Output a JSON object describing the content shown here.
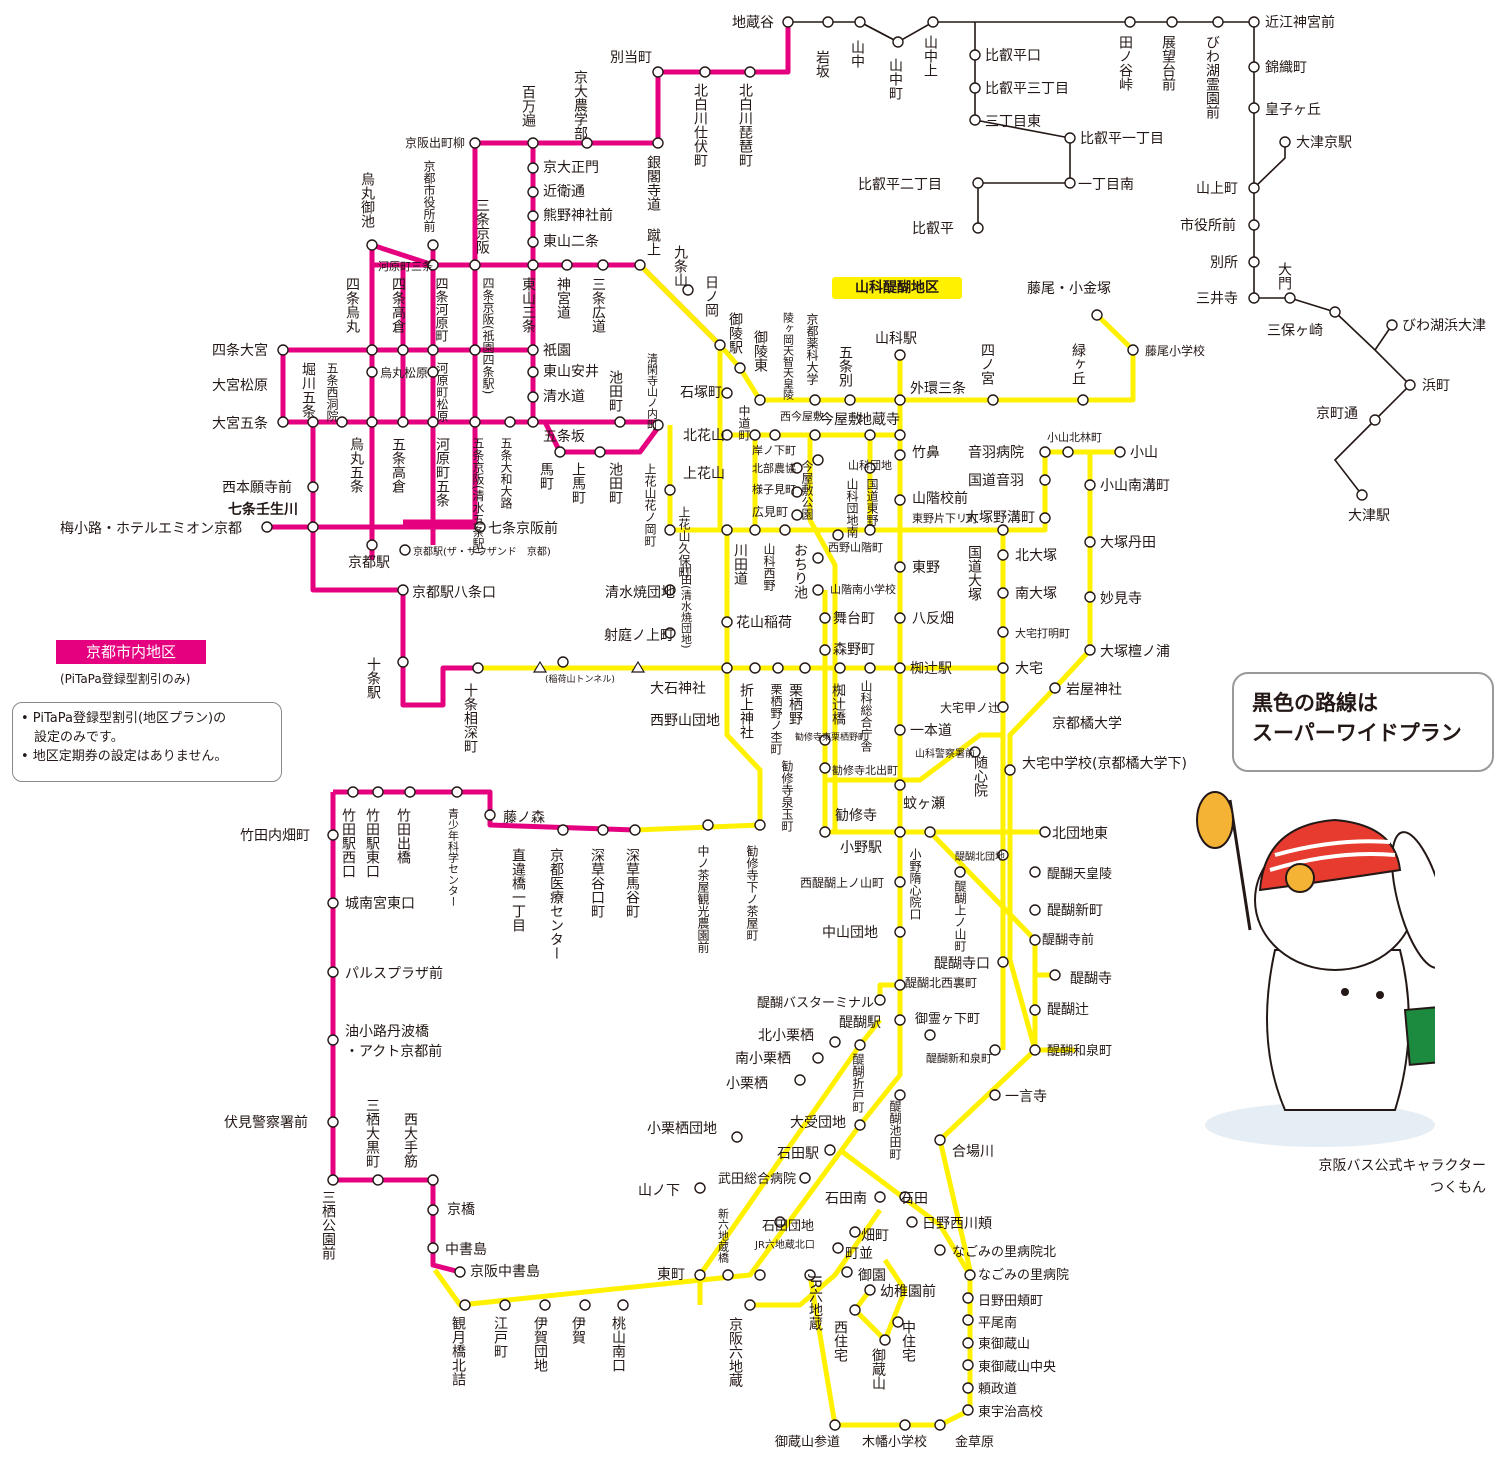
{
  "colors": {
    "pink": "#e4007f",
    "yellow": "#fff100",
    "black": "#231815"
  },
  "area_labels": {
    "kyoto_city": "京都市内地区",
    "yamashina_daigo": "山科醍醐地区"
  },
  "legend": {
    "sub": "(PiTaPa登録型割引のみ)",
    "notes": [
      "• PiTaPa登録型割引(地区プラン)の",
      "　設定のみです。",
      "• 地区定期券の設定はありません。"
    ]
  },
  "bubble": {
    "line1": "黒色の路線は",
    "line2": "スーパーワイドプラン"
  },
  "mascot_caption": {
    "line1": "京阪バス公式キャラクター",
    "line2": "つくもん"
  },
  "icons": {
    "mascot": "tsukumon-mascot-icon",
    "tunnel": "tunnel-triangle-icon"
  },
  "stations": {
    "jizodani": "地蔵谷",
    "iwasaka": "岩坂",
    "yamanaka": "山中",
    "yamanakacho": "山中町",
    "yamanakaue": "山中上",
    "hieidaira_guchi": "比叡平口",
    "hieidaira3": "比叡平三丁目",
    "sanchome_higashi": "三丁目東",
    "hieidaira1": "比叡平一丁目",
    "hieidaira2": "比叡平二丁目",
    "icchome_minami": "一丁目南",
    "hieidaira": "比叡平",
    "tanotanige": "田ノ谷峠",
    "tenbodai": "展望台前",
    "biwakoreien": "びわ湖霊園前",
    "omijingu": "近江神宮前",
    "nishikori": "錦織町",
    "miko": "皇子ヶ丘",
    "otsukyo": "大津京駅",
    "sanjo_yamagami": "山上町",
    "shiyakusho": "市役所前",
    "bessho": "別所",
    "miidera": "三井寺",
    "daimon": "大門",
    "sanbogasaki": "三保ヶ崎",
    "biwakohama": "びわ湖浜大津",
    "hamamachi": "浜町",
    "kyomachi": "京町通",
    "otsueki": "大津駅",
    "betto": "別当町",
    "kitashirakawa_shibuya": "北白川仕伏町",
    "kitashirakawa_biwa": "北白川琵琶町",
    "hyakumanben": "百万遍",
    "kyodai_nogaku": "京大農学部",
    "keihan_demachi": "京阪出町柳",
    "kyodai_seimon": "京大正門",
    "konoe": "近衛通",
    "kumano": "熊野神社前",
    "higashiyama2": "東山二条",
    "ginkakuji": "銀閣寺道",
    "keage": "蹴上",
    "kujoyama": "九条山",
    "hinooka": "日ノ岡",
    "karasuma_oike": "烏丸御池",
    "shiyakushomae": "京都市役所前",
    "sanjo_keihan": "三条京阪",
    "kawaramachi_sanjo": "河原町三条",
    "higashiyama3": "東山三条",
    "jingumichi": "神宮道",
    "sanjo_hiromichi": "三条広道",
    "shijo_karasuma": "四条烏丸",
    "shijo_takakura": "四条高倉",
    "shijo_kawaramachi": "四条河原町",
    "shijo_keihan": "四条京阪(祇園四条駅)",
    "shijo_omiya": "四条大宮",
    "gion": "祇園",
    "higashiyama_yasui": "東山安井",
    "kiyomizu": "清水道",
    "omiya_matsubara": "大宮松原",
    "horikawa_gojo": "堀川五条",
    "gojo_nishinotoin": "五条西洞院",
    "karasuma_matsubara": "烏丸松原",
    "kawaramachi_matsubara": "河原町松原",
    "omiya_gojo": "大宮五条",
    "karasuma_gojo": "烏丸五条",
    "gojo_takakura": "五条高倉",
    "kawaramachi_gojo": "河原町五条",
    "gojo_keihan": "五条京阪(清水五条駅)",
    "gojo_yamato": "五条大和大路",
    "gojozaka": "五条坂",
    "uma": "馬町",
    "kamiuma": "上馬町",
    "ikeda": "池田町",
    "ikeda2": "池田町",
    "seikanji": "清閑寺山ノ内町",
    "kazan": "上花山花ノ岡町",
    "nishihonganji": "西本願寺前",
    "shichijo_mibu": "七条壬生川",
    "emion": "梅小路・ホテルエミオン京都",
    "shichijo_keihan": "七条京阪前",
    "kyoto_st": "京都駅",
    "kyoto_st_thousand": "京都駅(ザ・サウザンド　京都)",
    "hachijo": "京都駅八条口",
    "jujo": "十条駅",
    "jujo_aifuka": "十条相深町",
    "tunnel": "(稲荷山トンネル)",
    "oishi": "大石神社",
    "oreue": "折上神社",
    "kurusuno_nochi": "栗栖野ノ杢町",
    "kurusuno": "栗栖野",
    "nagi": "椥辻橋",
    "yamashina_sogo": "山科総合庁舎",
    "nagitsuji": "椥辻駅",
    "ipponmichi": "一本道",
    "nishino_yamadanchi": "西野山団地",
    "kanshuji_higashi": "勧修寺東栗栖野町",
    "kanshuji_kita": "勧修寺北出町",
    "kanshuji_izumi": "勧修寺泉玉町",
    "kanshuji": "勧修寺",
    "hotaru": "蚊ヶ瀬",
    "goryo": "御陵駅",
    "goryo_higashi": "御陵東",
    "goryo_okanishi": "陵ヶ岡天智天皇陵",
    "kyoyaku": "京都薬科大学",
    "gojobetsu": "五条別",
    "yamashina_st": "山科駅",
    "sotokan_sanjo": "外環三条",
    "shinomiya": "四ノ宮",
    "midorigaoka": "緑ヶ丘",
    "fujio_kogane": "藤尾・小金塚",
    "fujio_sho": "藤尾小学校",
    "ishizuka": "石塚町",
    "nakamichi": "中道町",
    "nishiimaya": "西今屋敷",
    "imayashiki": "今屋敷",
    "jizoji": "地蔵寺",
    "kitakazan": "北花山",
    "kishinoshita": "岸ノ下町",
    "kitamukai": "北部農協",
    "yoshikomi": "様子見町",
    "imayashiki_koen": "今屋敷公園",
    "hiromi": "広見町",
    "yamashina_danchi": "山科団地",
    "yamashina_minami": "山科団地南",
    "kokudo_higashino": "国道東野",
    "takehana": "竹鼻",
    "yamashina_koko": "山階校前",
    "kamikazan": "上花山",
    "kazan_kubo": "上花山久保町",
    "kawata_michi": "川田道",
    "yamashina_nishino": "山科西野",
    "ochiike": "おちり池",
    "nishi_yamashina": "西野山階町",
    "yamashina_minamisho": "山階南小学校",
    "higashino": "東野",
    "kawata": "川田(清水焼団地)",
    "shimizuyaki": "清水焼団地",
    "butaicho": "舞台町",
    "yawata": "八反畑",
    "iba": "射庭ノ上町",
    "hanayama_inari": "花山稲荷",
    "morino": "森野町",
    "otowa_byoin": "音羽病院",
    "kokudo_otowa": "国道音羽",
    "otsuka_nomizo": "大塚野溝町",
    "higashino_katazuri": "東野片下リ町",
    "oyama_kitabayashi": "小山北林町",
    "oyama": "小山",
    "oyama_minamiminami": "小山南溝町",
    "kokudo_otsuka": "国道大塚",
    "kita_otsuka": "北大塚",
    "minami_otsuka": "南大塚",
    "otsuka_tanda": "大塚丹田",
    "myokenji": "妙見寺",
    "otsuka_danno": "大塚檀ノ浦",
    "otaku_uchida": "大宅打明町",
    "otaku": "大宅",
    "iwaya": "岩屋神社",
    "otaku_konotsuji": "大宅甲ノ辻",
    "kyotachibana": "京都橘大学",
    "yamashina_keisatsu": "山科警察署前",
    "otaku_chu": "大宅中学校(京都橘大学下)",
    "zuishinin": "随心院",
    "fujinomori": "藤ノ森",
    "chokuchigai": "直違橋一丁目",
    "iryo": "京都医療センター",
    "fukakusa_tani": "深草谷口町",
    "fukakusa_baba": "深草馬谷町",
    "nakanochaya": "中ノ茶屋観光農園前",
    "kanshuji_shimo": "勧修寺下ノ茶屋町",
    "takeda_uchihata": "竹田内畑町",
    "takeda_nishi": "竹田駅西口",
    "takeda_higashi": "竹田駅東口",
    "takeda_deme": "竹田出橋",
    "seishonen": "青少年科学センター",
    "jonanku": "城南宮東口",
    "pulse": "パルスプラザ前",
    "abura": "油小路丹波橋",
    "act": "・アクト京都前",
    "fushimi_keisatsu": "伏見警察署前",
    "misu": "三栖公園前",
    "misu_okuro": "三栖大黒町",
    "nishi_ote": "西大手筋",
    "kyobashi": "京橋",
    "nakashojima": "中書島",
    "keihan_chusho": "京阪中書島",
    "ono_st": "小野駅",
    "ono_zuishin": "小野隋心院口",
    "nishi_daigo": "西醍醐上ノ山町",
    "kita_danchi": "醍醐北団地",
    "kitadanchi_higashi": "北団地東",
    "daigo_tenno": "醍醐天皇陵",
    "daigo_ueno": "醍醐上ノ山町",
    "nakayama": "中山団地",
    "daigo_shinmachi": "醍醐新町",
    "daigoji_mae": "醍醐寺前",
    "daigoji_guchi": "醍醐寺口",
    "daigoji": "醍醐寺",
    "daigo_kitanishi": "醍醐北西裏町",
    "daigo_bt": "醍醐バスターミナル",
    "daigo_st": "醍醐駅",
    "gorei": "御霊ヶ下町",
    "daigo_tsuji": "醍醐辻",
    "daigo_wasen": "醍醐和泉町",
    "daigo_shinizumi": "醍醐新和泉町",
    "kita_ogurisu": "北小栗栖",
    "minami_ogurisu": "南小栗栖",
    "ogurisu": "小栗栖",
    "ogurisu_danchi": "小栗栖団地",
    "daigo_orito": "醍醐折戸町",
    "daigo_ikeda": "醍醐池田町",
    "ichigonji": "一言寺",
    "oyake_danchi": "大受団地",
    "aibagawa": "合場川",
    "ishida_st": "石田駅",
    "takeda_sogo": "武田総合病院",
    "yamanoshita": "山ノ下",
    "ishida_minami": "石田南",
    "ishida": "石田",
    "ishida_danchi": "石田団地",
    "hino_nishikawa": "日野西川頬",
    "shinrokujizo": "新六地蔵橋",
    "jr_kita": "JR六地蔵北口",
    "hatacho": "畑町",
    "machinami": "町並",
    "nagomi_kita": "なごみの里病院北",
    "nagomi": "なごみの里病院",
    "gyoen": "御園",
    "youchien": "幼稚園前",
    "nishi_jutaku": "西住宅",
    "naka_jutaku": "中住宅",
    "okura": "御蔵山",
    "jr_rokujizo": "JR六地蔵",
    "higashimachi": "東町",
    "keihan_rokujizo": "京阪六地蔵",
    "hino_nodai": "日野田頬町",
    "hirao": "平尾南",
    "higashi_okura": "東御蔵山",
    "higashi_okura_chuo": "東御蔵山中央",
    "raiseido": "頼政道",
    "higashi_uji": "東宇治高校",
    "kanmachi": "観月橋北詰",
    "edo": "江戸町",
    "iga_danchi": "伊賀団地",
    "iga": "伊賀",
    "momoyama": "桃山南口",
    "okurasan": "御蔵山参道",
    "kowata": "木幡小学校",
    "kinsou": "金草原"
  }
}
